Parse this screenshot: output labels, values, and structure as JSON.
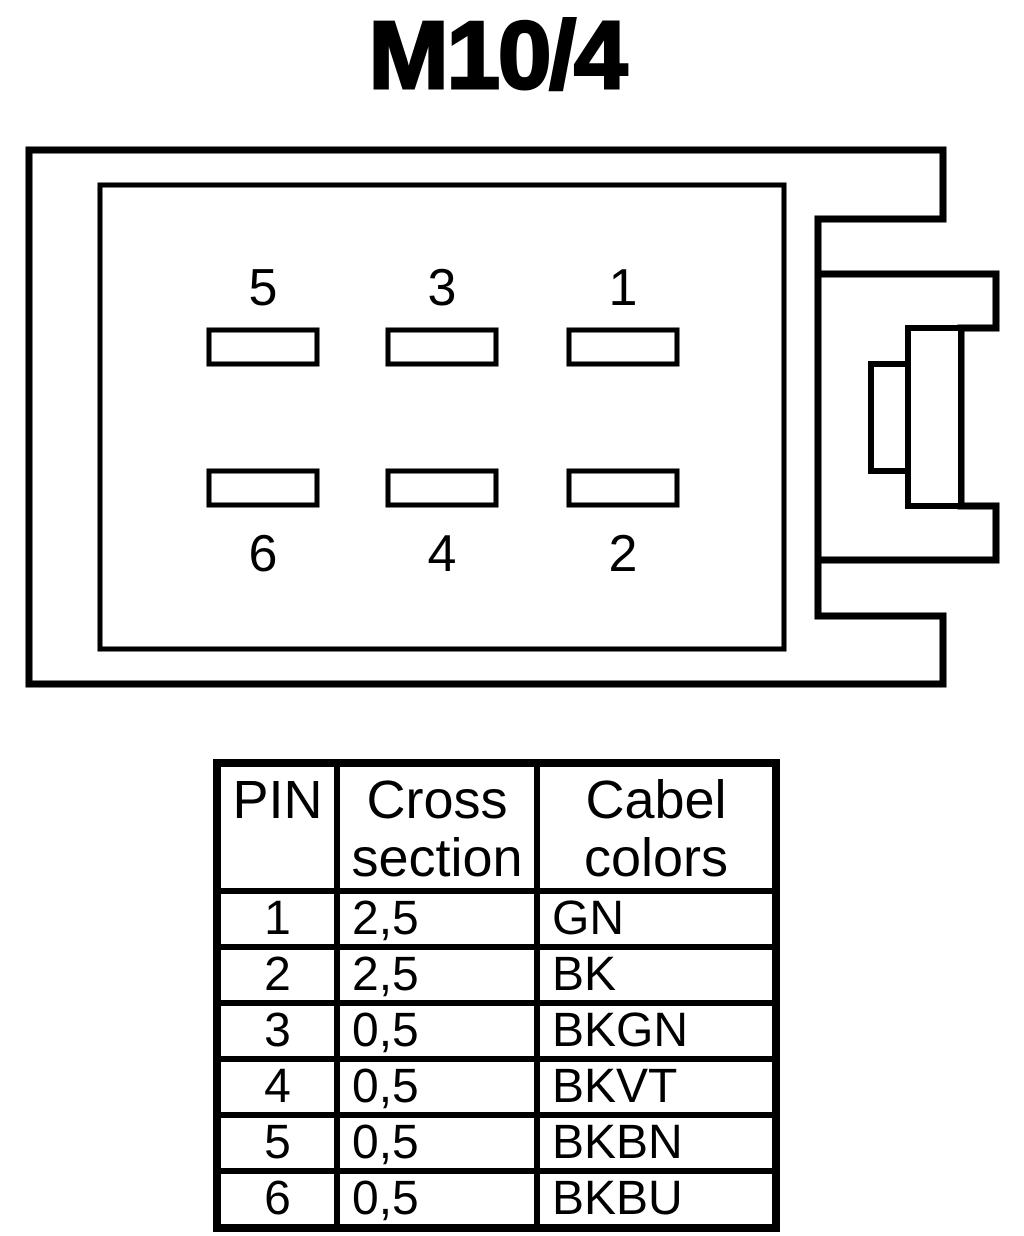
{
  "page": {
    "background": "#ffffff",
    "line_color": "#000000"
  },
  "title": "M10/4",
  "connector": {
    "top_pin_labels": [
      "5",
      "3",
      "1"
    ],
    "bottom_pin_labels": [
      "6",
      "4",
      "2"
    ]
  },
  "table": {
    "headers": {
      "pin": "PIN",
      "cross_section": "Cross section",
      "cable_colors": "Cabel colors"
    },
    "rows": [
      {
        "pin": "1",
        "cross_section": "2,5",
        "cable_color": "GN"
      },
      {
        "pin": "2",
        "cross_section": "2,5",
        "cable_color": "BK"
      },
      {
        "pin": "3",
        "cross_section": "0,5",
        "cable_color": "BKGN"
      },
      {
        "pin": "4",
        "cross_section": "0,5",
        "cable_color": "BKVT"
      },
      {
        "pin": "5",
        "cross_section": "0,5",
        "cable_color": "BKBN"
      },
      {
        "pin": "6",
        "cross_section": "0,5",
        "cable_color": "BKBU"
      }
    ]
  }
}
